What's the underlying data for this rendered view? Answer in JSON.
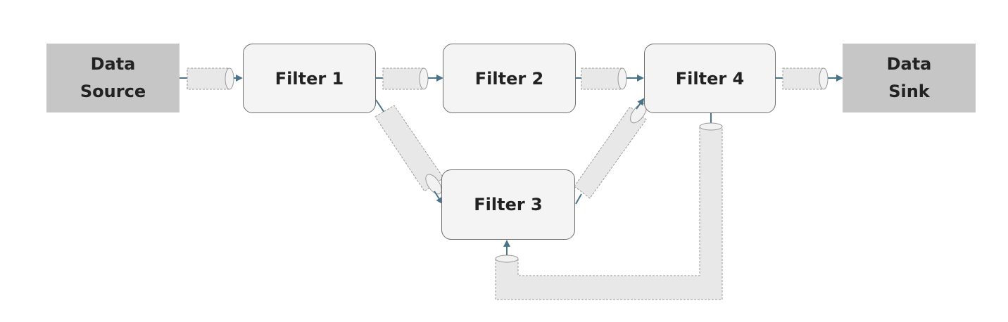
{
  "nodes": {
    "data_source": "Data\nSource",
    "filter1": "Filter 1",
    "filter2": "Filter 2",
    "filter3": "Filter 3",
    "filter4": "Filter 4",
    "data_sink": "Data\nSink"
  },
  "colors": {
    "terminal_fill": "#c6c6c6",
    "filter_fill": "#f4f4f4",
    "filter_border": "#6e6e6e",
    "pipe_fill": "#e8e8e8",
    "pipe_outline": "#9a9a9a",
    "arrow": "#4a7489"
  }
}
